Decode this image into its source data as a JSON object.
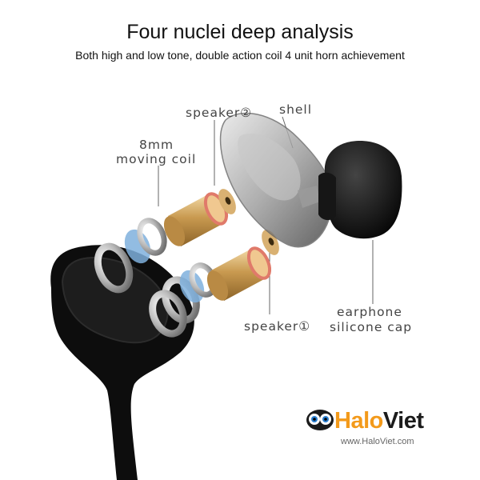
{
  "header": {
    "title": "Four nuclei deep analysis",
    "subtitle": "Both high and low tone, double action coil 4 unit horn achievement"
  },
  "labels": {
    "speaker2": "speaker②",
    "shell": "shell",
    "coil_line1": "8mm",
    "coil_line2": "moving coil",
    "cap_line1": "earphone",
    "cap_line2": "silicone cap",
    "speaker1": "speaker①"
  },
  "watermark": {
    "brand_part1": "Halo",
    "brand_part2": "Viet",
    "url": "www.HaloViet.com"
  },
  "colors": {
    "accent": "#f39a1b",
    "body": "#0e0e0e",
    "gold": "#c69a52",
    "copper": "#d88060",
    "blue": "#6a9cc9"
  }
}
